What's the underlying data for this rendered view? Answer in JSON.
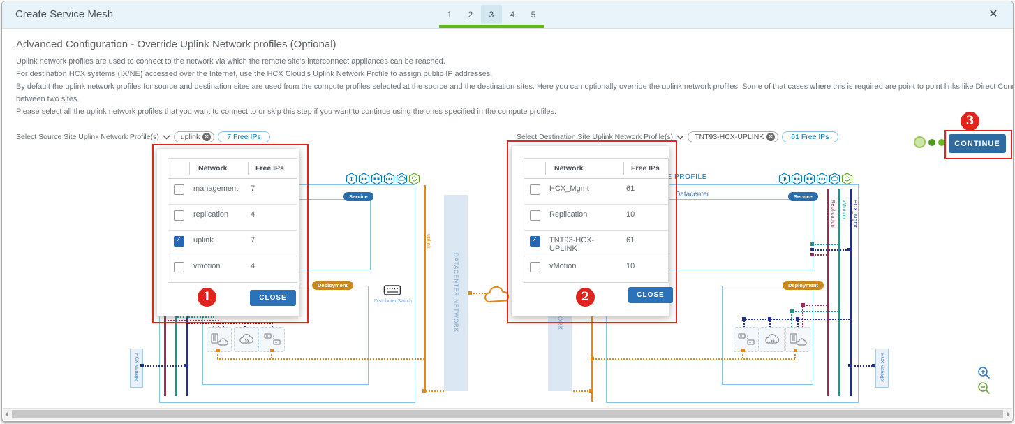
{
  "header": {
    "title": "Create Service Mesh",
    "steps": [
      "1",
      "2",
      "3",
      "4",
      "5"
    ],
    "active_step": "3"
  },
  "intro": {
    "title": "Advanced Configuration - Override Uplink Network profiles (Optional)",
    "paragraphs": [
      "Uplink network profiles are used to connect to the network via which the remote site's interconnect appliances can be reached.",
      "For destination HCX systems (IX/NE) accessed over the Internet, use the HCX Cloud's Uplink Network Profile to assign public IP addresses.",
      "By default the uplink network profiles for source and destination sites are used from the compute profiles selected at the source and the destination sites. Here you can optionally override the uplink network profiles. Some of that cases where this is required are point to point links like Direct Connect",
      "between two sites.",
      "Please select all the uplink network profiles that you want to connect to or skip this step if you want to continue using the ones specified in the compute profiles."
    ]
  },
  "source_selector": {
    "label": "Select Source Site Uplink Network Profile(s)",
    "selected_tag": "uplink",
    "free_ips_badge": "7 Free IPs"
  },
  "dest_selector": {
    "label": "Select Destination Site Uplink Network Profile(s)",
    "selected_tag": "TNT93-HCX-UPLINK",
    "free_ips_badge": "61 Free IPs"
  },
  "source_popup": {
    "columns": [
      "Network",
      "Free IPs"
    ],
    "rows": [
      {
        "network": "management",
        "free_ips": "7",
        "checked": false
      },
      {
        "network": "replication",
        "free_ips": "4",
        "checked": false
      },
      {
        "network": "uplink",
        "free_ips": "7",
        "checked": true
      },
      {
        "network": "vmotion",
        "free_ips": "4",
        "checked": false
      }
    ],
    "close_label": "CLOSE",
    "annotation": "1"
  },
  "dest_popup": {
    "columns": [
      "Network",
      "Free IPs"
    ],
    "rows": [
      {
        "network": "HCX_Mgmt",
        "free_ips": "61",
        "checked": false
      },
      {
        "network": "Replication",
        "free_ips": "10",
        "checked": false
      },
      {
        "network": "TNT93-HCX-UPLINK",
        "free_ips": "61",
        "checked": true
      },
      {
        "network": "vMotion",
        "free_ips": "10",
        "checked": false
      }
    ],
    "close_label": "CLOSE",
    "annotation": "2"
  },
  "continue_button": {
    "label": "CONTINUE",
    "annotation": "3"
  },
  "diagram": {
    "left_site": {
      "service": "Service",
      "deployment": "Deployment",
      "uplink_line": "uplink",
      "switch": "DistributedSwitch",
      "network_bar": "DATACENTER NETWORK",
      "hcx_manager": "HCX Manager"
    },
    "right_site": {
      "title": "COMPUTE PROFILE",
      "datacenter": "Datacenter",
      "service": "Service",
      "deployment": "Deployment",
      "network_bar": "DATACENTER NETWORK",
      "hcx_manager": "HCX Manager",
      "network_lines": [
        {
          "label": "Replication",
          "color": "#9d2b55"
        },
        {
          "label": "vMotion",
          "color": "#0b9e8e"
        },
        {
          "label": "HCX_Mgmt",
          "color": "#20318f"
        }
      ]
    }
  },
  "colors": {
    "accent_blue": "#0079b8",
    "button_blue": "#2b72b8",
    "continue_blue": "#2f6b9f",
    "progress_green": "#61b715",
    "annotation_red": "#e0231d",
    "orange": "#e8860d"
  }
}
